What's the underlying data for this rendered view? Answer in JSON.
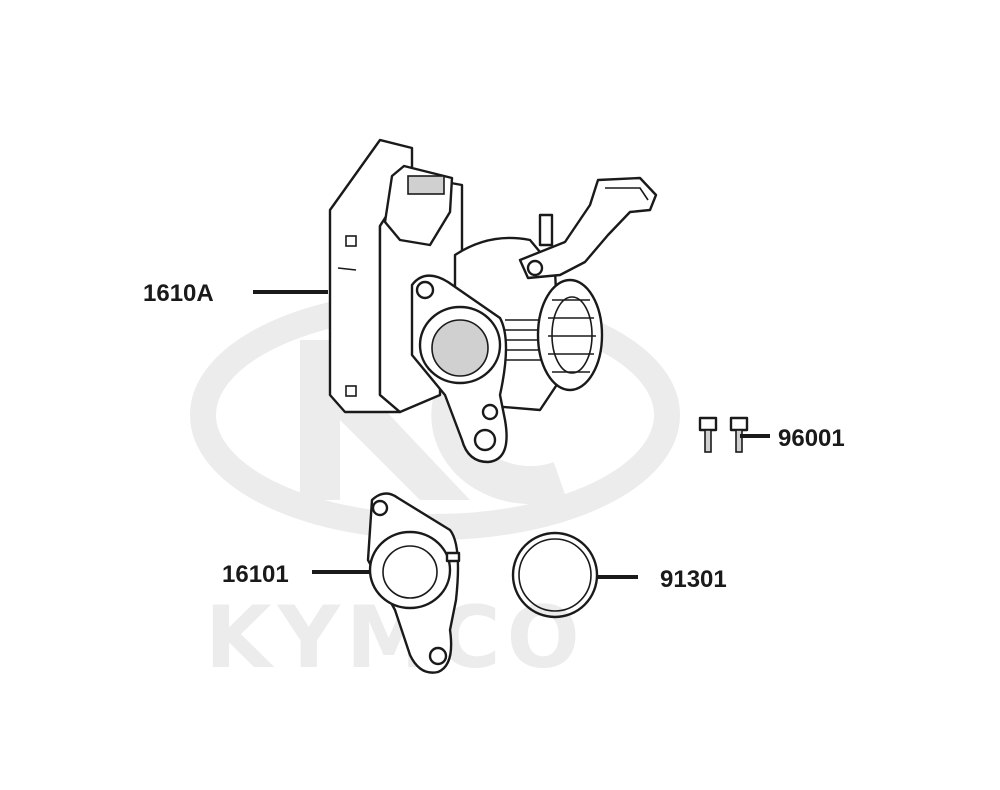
{
  "watermark": {
    "brand_text": "KYMCO",
    "color": "#ececec"
  },
  "callouts": {
    "throttle_body": "1610A",
    "bolts": "96001",
    "insulator": "16101",
    "o_ring": "91301"
  },
  "colors": {
    "line": "#1a1a1a",
    "watermark": "#ececec"
  }
}
